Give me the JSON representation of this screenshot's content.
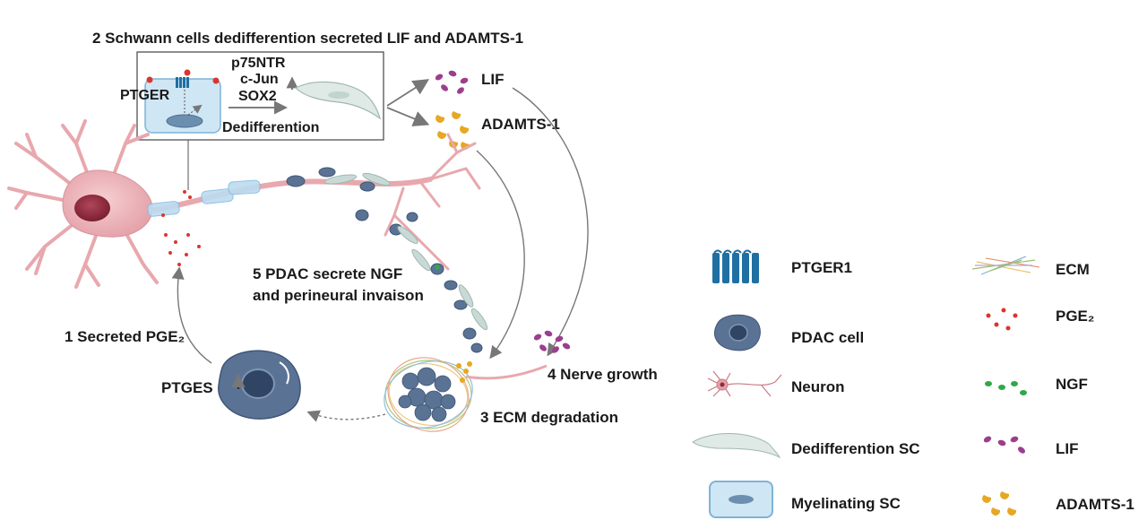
{
  "title": "2 Schwann cells dedifferention secreted LIF and ADAMTS-1",
  "inset": {
    "receptor_label": "PTGER",
    "markers": [
      "p75NTR",
      "c-Jun",
      "SOX2"
    ],
    "process_label": "Dedifferention"
  },
  "secreted": {
    "lif": "LIF",
    "adamts": "ADAMTS-1"
  },
  "steps": {
    "step1": "1 Secreted PGE₂",
    "step3": "3 ECM degradation",
    "step4": "4 Nerve growth",
    "step5_line1": "5 PDAC secrete NGF",
    "step5_line2": "and perineural invaison"
  },
  "ptges_label": "PTGES",
  "legend": {
    "left": [
      {
        "icon": "ptger1-receptor-icon",
        "label": "PTGER1"
      },
      {
        "icon": "pdac-cell-icon",
        "label": "PDAC cell"
      },
      {
        "icon": "neuron-icon",
        "label": "Neuron"
      },
      {
        "icon": "dedifferentiated-sc-icon",
        "label": "Dedifferention SC"
      },
      {
        "icon": "myelinating-sc-icon",
        "label": "Myelinating SC"
      }
    ],
    "right": [
      {
        "icon": "ecm-icon",
        "label": "ECM"
      },
      {
        "icon": "pge2-dots-icon",
        "label": "PGE₂"
      },
      {
        "icon": "ngf-dots-icon",
        "label": "NGF"
      },
      {
        "icon": "lif-dots-icon",
        "label": "LIF"
      },
      {
        "icon": "adamts1-icon",
        "label": "ADAMTS-1"
      }
    ]
  },
  "colors": {
    "neuron": "#e8a8ae",
    "neuron_dark": "#c97a84",
    "nucleus": "#8c2a3a",
    "pdac": "#5a7394",
    "pdac_light": "#7f95b3",
    "sc_blue": "#bcdcf0",
    "pge2": "#d9362e",
    "ngf": "#2fa84a",
    "lif": "#9a3f8e",
    "adamts": "#e6a823",
    "ptger": "#1f6fa3",
    "arrow": "#777777"
  }
}
